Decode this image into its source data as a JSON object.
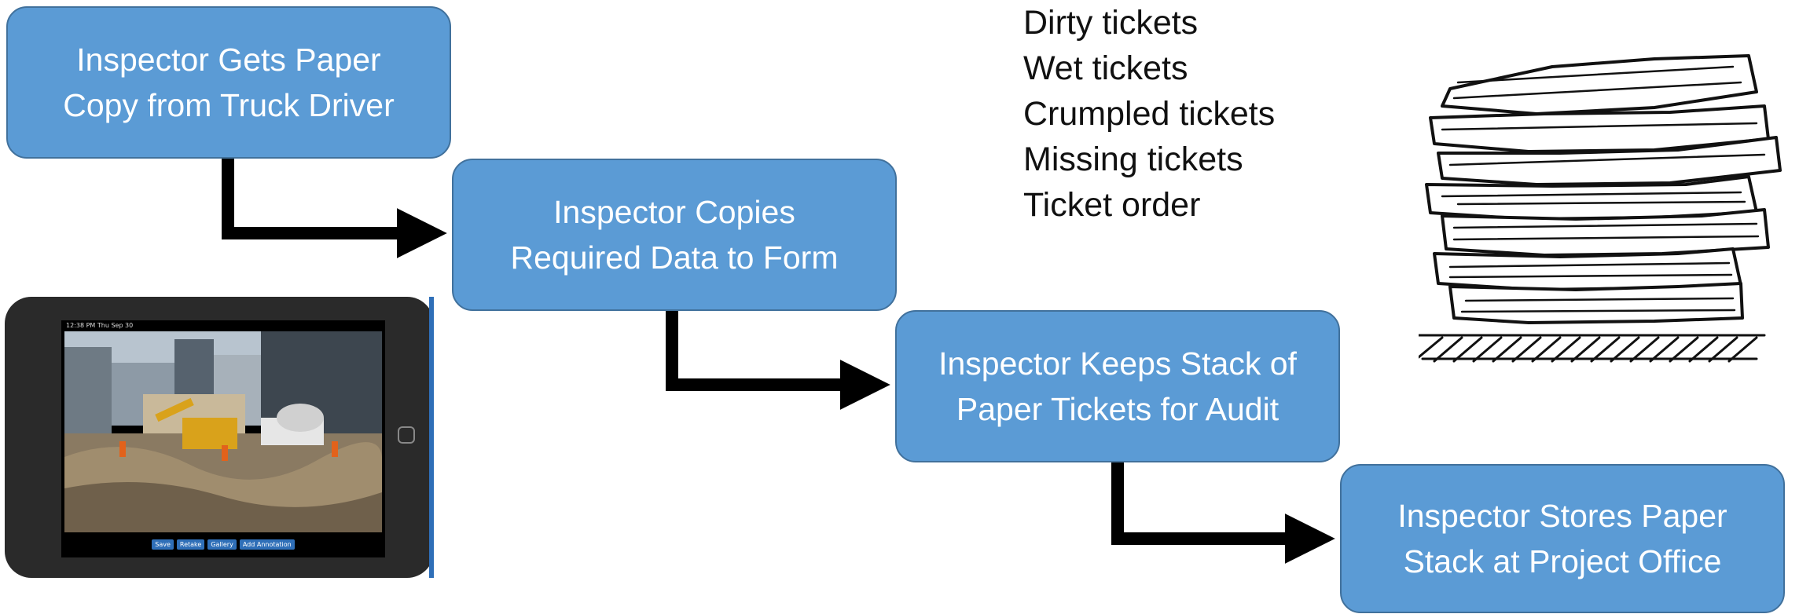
{
  "flow": {
    "steps": [
      {
        "label": "Inspector Gets Paper\nCopy from Truck Driver"
      },
      {
        "label": "Inspector Copies\nRequired Data to Form"
      },
      {
        "label": "Inspector Keeps Stack of\nPaper Tickets for Audit"
      },
      {
        "label": "Inspector Stores Paper\nStack at Project Office"
      }
    ]
  },
  "issues": [
    "Dirty tickets",
    "Wet tickets",
    "Crumpled tickets",
    "Missing tickets",
    "Ticket order"
  ],
  "tablet": {
    "status_text": "12:38 PM  Thu Sep 30",
    "toolbar": [
      "Save",
      "Retake",
      "Gallery",
      "Add Annotation"
    ]
  },
  "colors": {
    "box_fill": "#5b9bd5",
    "box_border": "#41719c",
    "arrow": "#000000"
  }
}
